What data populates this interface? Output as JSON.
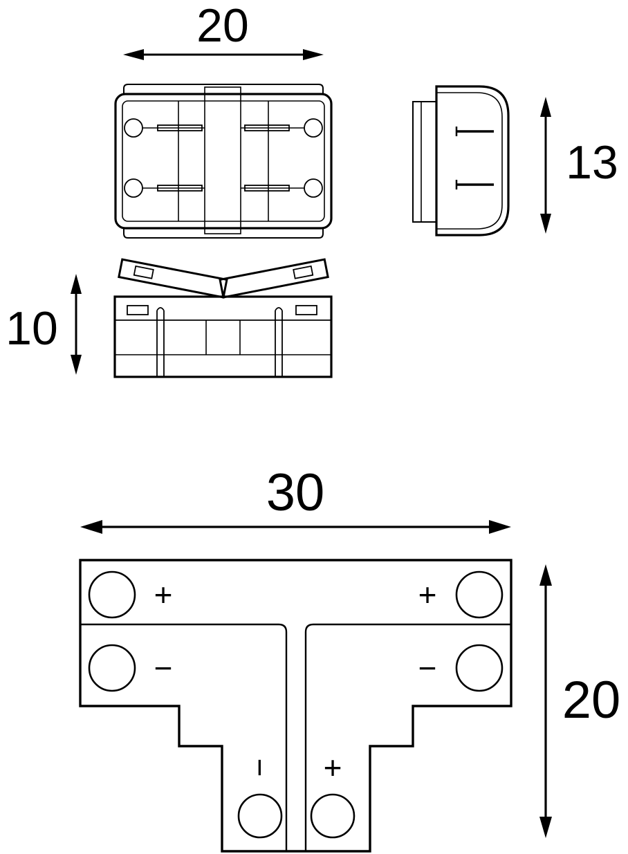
{
  "dimensions": {
    "top_view_width": "20",
    "side_view_height": "13",
    "open_view_height": "10",
    "t_connector_width": "30",
    "t_connector_height": "20"
  },
  "polarity_labels": {
    "left_arm_top": "+",
    "left_arm_bottom": "−",
    "right_arm_top": "+",
    "right_arm_bottom": "−",
    "stem_left": "−",
    "stem_right": "+"
  },
  "colors": {
    "line": "#000000",
    "background": "#ffffff"
  }
}
